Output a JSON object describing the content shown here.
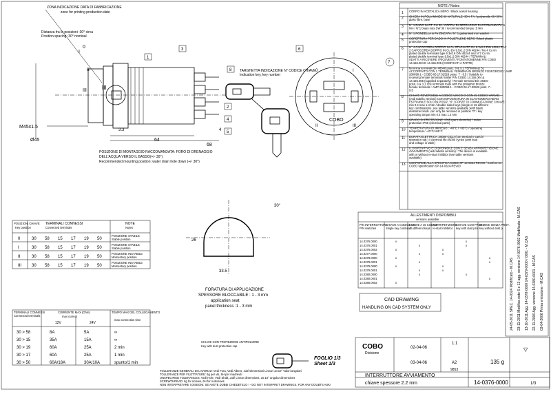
{
  "zone_label": {
    "it": "ZONA INDICAZIONE DATA DI FABBRICAZIONE",
    "en": "zone for printing production date"
  },
  "spacing_label": {
    "it": "Distanza fra le posizioni :30° circa",
    "en": "Position spacing :30° nominal"
  },
  "positions": [
    "0",
    "I",
    "II",
    "III"
  ],
  "dims": {
    "thread": "M45x1.5",
    "dia": "Ø45",
    "d64": "64",
    "d68": "68",
    "d33": "3.3",
    "d26": "26",
    "d33_5": "33.5",
    "d4": "4",
    "d30": "30°"
  },
  "key_label": {
    "it": "TARGHETTA INDICAZIONE N° CODICE CHIAVE",
    "en": "Indication key, key number"
  },
  "drain_label": {
    "it": "POSIZIONE DI MONTAGGIO RACCOMANDATA: FORO DI DRENAGGIO DELL'ACQUA VERSO IL BASSO(+/- 30°)",
    "en": "Recommended mounting position: water drain hole down (+/- 30°)"
  },
  "balloons": [
    "1",
    "2",
    "3",
    "4",
    "5",
    "6",
    "7",
    "8"
  ],
  "front_view": {
    "labels": [
      "0",
      "I",
      "II",
      "III"
    ],
    "brand": "COBO"
  },
  "panel_label": {
    "it": "FORATURA DI APPLICAZIONE SPESSORE BLOCCABILE : 1 - 3 mm",
    "en1": "application seat",
    "en2": "panel thickness :1 - 3 mm"
  },
  "key_cover_label": {
    "it": "CHIAVE CON PROTEZIONE ANTIPOLVERE",
    "en": "Key with dust protection cap"
  },
  "terminals_table": {
    "head1": "POSIZIONI CHIAVE",
    "head1_en": "Key position",
    "head2": "TERMINALI CONNESSI",
    "head2_en": "Connected terminals",
    "head3": "NOTE",
    "head3_en": "Notes",
    "rows": [
      {
        "pos": "0",
        "t": [
          "30",
          "58",
          "15",
          "17",
          "19",
          "50"
        ],
        "note": "POSIZIONE STABILE",
        "note_en": "Stable position"
      },
      {
        "pos": "I",
        "t": [
          "30",
          "58",
          "15",
          "17",
          "19",
          "50"
        ],
        "note": "POSIZIONE STABILE",
        "note_en": "Stable position"
      },
      {
        "pos": "II",
        "t": [
          "30",
          "58",
          "15",
          "17",
          "19",
          "50"
        ],
        "note": "POSIZIONE INSTABILE",
        "note_en": "Momentary position"
      },
      {
        "pos": "III",
        "t": [
          "30",
          "58",
          "15",
          "17",
          "19",
          "50"
        ],
        "note": "POSIZIONE INSTABILE",
        "note_en": "Momentary position"
      }
    ]
  },
  "current_table": {
    "head1": "TERMINALI CONNESSI",
    "head1_en": "Connected terminals",
    "head2": "CORRENTE MAX (Ohm)",
    "head2_en": "max current",
    "v12": "12V",
    "v24": "24V",
    "head3": "TEMPO MAX DEL COLLEGAMENTO",
    "head3_en": "max connection time",
    "rows": [
      {
        "t": "30 > 58",
        "a12": "8A",
        "a24": "5A",
        "time": "∞"
      },
      {
        "t": "30 > 15",
        "a12": "35A",
        "a24": "15A",
        "time": "∞"
      },
      {
        "t": "30 > 19",
        "a12": "60A",
        "a24": "25A",
        "time": "2 min"
      },
      {
        "t": "30 > 17",
        "a12": "60A",
        "a24": "25A",
        "time": "1 min"
      },
      {
        "t": "30 > 50",
        "a12": "60A/18A",
        "a24": "30A/10A",
        "time": "spunto/1 min"
      }
    ]
  },
  "notes_header": "NOTE / Notes",
  "notes": [
    "CORPO IN ACETALICA NERO / Black acetal housing",
    "GHIERA IN POLIAMMIDE 66 NATURALE+30% F.V / polyamide 66+30% glass fibre, base",
    "N° 1 DADO IN OT. CH 30 / COPPIA DI SERRAGGIO RACCOMANDATA :5 Nm / N°1 brass nuts SW 30 / recommended torque :5 Nm",
    "N° 1 RONDELLA in Fe ZINCATA / N° 1 galvanised iron washer",
    "COPERTURA PER DADO IN POLIETILENE NERO / black plastic protection cap",
    "N° 4 CAPOCORDA DOPPIO IN Cu STAGNATO DA 6.3x0.8 DIN 46244 E N° 2 CAPOCORDA DOPPIO IN Cu DA 9.5x1.2 DIN 46244 / No 4 Cu tin plated double terminals type 6.3x0.8 DIN 46244 and N°2 Cu tin plated double terminal type 9.5x1.2 DIN 46244 / TERMINALI ADATTI A RICEVERE I RICEVENTI / FONTATOMENNE P/N COBO 14.156.004 E 14.156.005 (CODIFICATI A PARTE)",
    "femmina terminali Din 46340 posiz. 0 & 3.1 TERMINALI 51 ACCOPPIATO CON 1 TERMINALI FEMMINA IN BRONZO FOSFOROSO : AMP 280098-1 - COBO 06.17.02526 posiz. 7 - 9.5 / Suitable to receiving female terminals holder P/N COBO 14.156.004 & 14.156.005 (supplied separately) / Female terminal Din 46340 posit. 0 & 3.1 The terminals mate with the phosphor bronze female terminals : AMP 280098-1 - COBO 06.17.02526 posit. 7 - 9.5",
    "CHIAVE REVERSIBILI A CODICE UNICO O CON 45 CODICI VARIAB. (vedi tabella versioni) CON IMPUGNATURA IN ELASTOMERO NERO ESTRAIBILE SOLO IN POSIZ. \"0\" / FORZE DI COMMUTAZIONE CHIAVE: min 0.4 max 1.4 Nm / double sided keys (single or 45 different key combinations ,see table versions available )with black elastomer knob ,can only be removed in position \"0\" / key operating torque:min 0.4 max 1.4 Nm",
    "GRADO DI PROTEZIONE: IP65 (parti elettriche) / Index protection IP65 (electrical parts)",
    "TEMPERATURA DI IMPIEGO : -40°C / +85°C / operating temperature: -40°C/+85°C",
    "DURATA ELETTRICA :25000 CICLI (con tensioni e carichi riportati in tab.) / electrical life:25000 cycles (with load and voltage in table)",
    "IL DISPOSITIVO E' DISPONIBILE CON E SENZA ANTIRIPETIZIONE AVVIAMENTO (vedi tabella versioni) / The device is available with or without re-start inhibitor (see table versions available)",
    "CONFORME ALLA SPECIFICA COBO SP-14-0324-REV00 / Conform to COBO specification SP-14-0324-REV00"
  ],
  "setups_table": {
    "title_it": "ALLESTIMENTI DISPONIBILI",
    "title_en": "versions available",
    "cols": [
      "P/N INTERRUTTORE / P/N switches",
      "CHIAVE A CODICE UNICO / Single key combination",
      "CHIAVE A 45 CODICI VARIABILI / 45 different keys combinations",
      "ANTIRIPETIZIONE / re-start inhibitor",
      "CHIAVE CON PROT. ANTIPOLVERE / key with dust protection cap",
      "CHIAVE SENZA PROT. ANTIPOLVERE / key without dust protection cap"
    ],
    "rows": [
      {
        "pn": "14.0376.0000",
        "m": [
          "x",
          "",
          "",
          "x",
          ""
        ]
      },
      {
        "pn": "14.0376.0001",
        "m": [
          "",
          "x",
          "",
          "x",
          ""
        ]
      },
      {
        "pn": "14.0376.0002",
        "m": [
          "x",
          "",
          "x",
          "",
          ""
        ]
      },
      {
        "pn": "14.0377.0000",
        "m": [
          "",
          "x",
          "x",
          "",
          ""
        ]
      },
      {
        "pn": "14.0378.0000",
        "m": [
          "x",
          "",
          "",
          "",
          "x"
        ]
      },
      {
        "pn": "14.0378.0001",
        "m": [
          "",
          "x",
          "",
          "",
          "x"
        ]
      },
      {
        "pn": "14.0379.0000",
        "m": [
          "x",
          "",
          "x",
          "",
          ""
        ]
      },
      {
        "pn": "14.0379.0001",
        "m": [
          "",
          "x",
          "x",
          "",
          ""
        ]
      },
      {
        "pn": "14.0380.0000",
        "m": [
          "",
          "x",
          "",
          "x",
          ""
        ]
      },
      {
        "pn": "14.0380.0001",
        "m": [
          "",
          "",
          "",
          "",
          "x"
        ]
      },
      {
        "pn": "14.0380.0002",
        "m": [
          "x",
          "",
          "",
          "",
          ""
        ]
      }
    ]
  },
  "cad": {
    "line1": "CAD DRAWING",
    "line2": "HANDLING ON CAD SYSTEM ONLY"
  },
  "sheet": {
    "it": "FOGLIO 1/3",
    "en": "Sheet 1/3"
  },
  "tolerance_notes": [
    "TOLLERANZE GENERALI DI LAVORAZ: Vedi Fora, Vedi Albero, Julé Dimensioni Lineari ±0.10°  Valori angolari",
    "TOLLERANZE PER FILETTATURE: 6g per viti, 6H per madreviti",
    "UNSPECIFIED TOLERANCES: Vedi Hole, Vedi Shaft, Julé Linear dimensions, ±0.10° angular dimensions",
    "SCREWTHREAD: 6g for screws, 6H for nutscrews",
    "NON INTERPRETARE I DISEGNI: SE AVETE DUBBI CHIEDETELO ! - DO NOT INTERPRET DRAWINGS, FOR ANY DOUBTS ASK!"
  ],
  "title_block": {
    "company": "COBO",
    "division": "Divisione",
    "title_it": "INTERRUTTORE AVVIAMENTO",
    "title_en": "chiave spessore 2.2 mm",
    "drawing_no": "14-0376-0000",
    "date": "02-04-06",
    "date2": "03-04-06",
    "scale": "1:1",
    "format": "A2",
    "weight": "135 g",
    "sheet_small": "1/3",
    "rev": "9853",
    "flag": "▽"
  },
  "revisions": [
    "24-05-2011  SPEC. 14-0324 Modificato - M.CAS",
    "23-11-2011  Modifica note  6 e 13 agg. versione 14-0376-0002 Modificato - M.CAS",
    "13-10-2011  Agg. 14-0378-0000 14-0379-0000 / 0001 - M.CAS",
    "22-11-2006  Agg. versione 14-0380-0001 - M.CAS",
    "03-04-2006  Prima emissione - M.CAS"
  ]
}
